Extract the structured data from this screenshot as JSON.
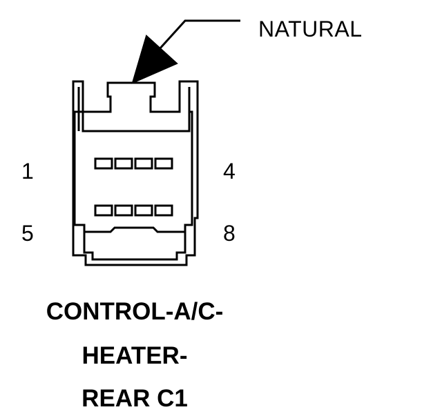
{
  "callout": {
    "label": "NATURAL"
  },
  "pins": {
    "p1": "1",
    "p4": "4",
    "p5": "5",
    "p8": "8"
  },
  "title": {
    "line1": "CONTROL-A/C-",
    "line2": "HEATER-",
    "line3": "REAR C1"
  },
  "colors": {
    "ink": "#000000",
    "background": "#ffffff"
  }
}
